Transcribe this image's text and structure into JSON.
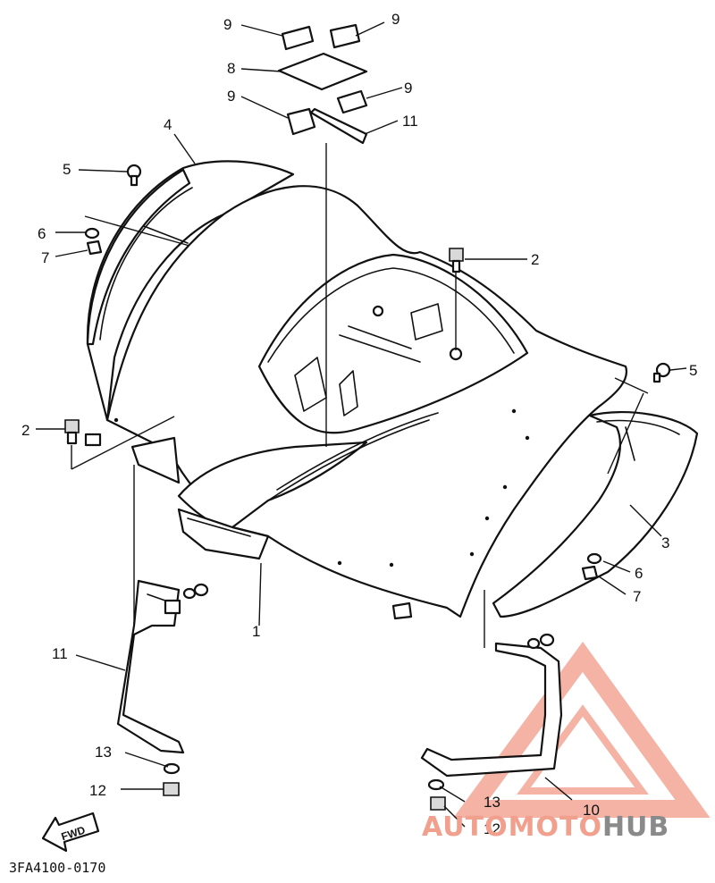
{
  "diagram": {
    "document_number": "3FA4100-0170",
    "fwd_label": "FWD",
    "watermark": {
      "part1": "AUTO",
      "part2": "MOTO",
      "part3": "HUB",
      "color_primary": "#f08c78",
      "color_secondary": "#8a8a8a"
    },
    "callouts": {
      "c1": "1",
      "c2_left": "2",
      "c2_right": "2",
      "c3": "3",
      "c4": "4",
      "c5_left": "5",
      "c5_right": "5",
      "c6_left": "6",
      "c6_right": "6",
      "c7_left": "7",
      "c7_right": "7",
      "c8": "8",
      "c9_a": "9",
      "c9_b": "9",
      "c9_c": "9",
      "c9_d": "9",
      "c10": "10",
      "c11_top": "11",
      "c11_left": "11",
      "c12_left": "12",
      "c12_right": "12",
      "c13_left": "13",
      "c13_right": "13"
    }
  }
}
